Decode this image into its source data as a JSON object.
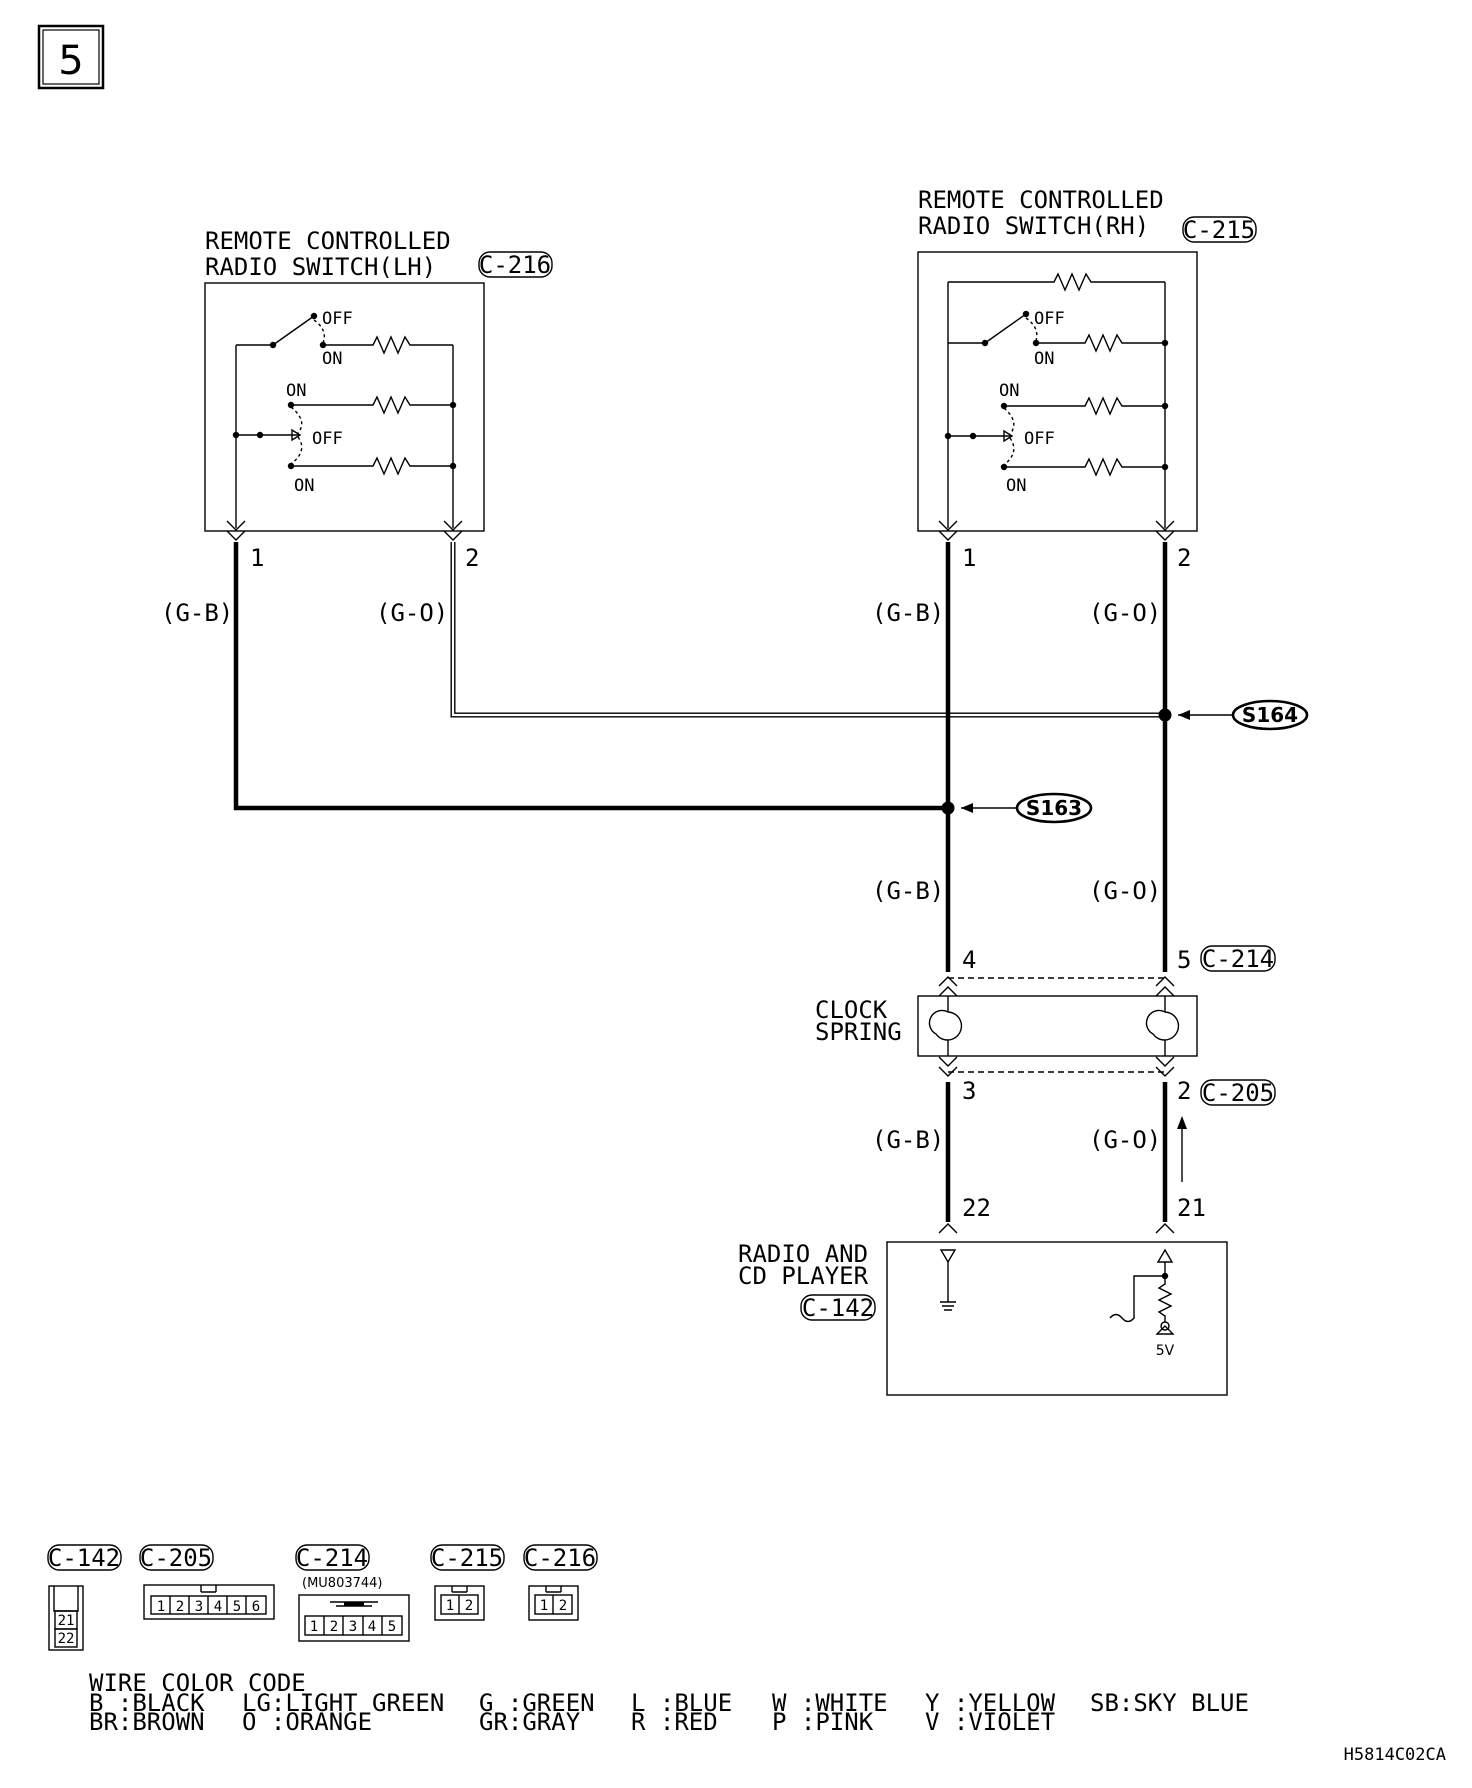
{
  "page_number": "5",
  "components": {
    "lh_switch": {
      "title_line1": "REMOTE CONTROLLED",
      "title_line2": "RADIO SWITCH(LH)",
      "connector": "C-216",
      "pin1": "1",
      "pin2": "2",
      "wire1": "(G-B)",
      "wire2": "(G-O)",
      "states": {
        "off_top": "OFF",
        "on_top": "ON",
        "on_mid": "ON",
        "off_mid": "OFF",
        "on_bottom": "ON"
      }
    },
    "rh_switch": {
      "title_line1": "REMOTE CONTROLLED",
      "title_line2": "RADIO SWITCH(RH)",
      "connector": "C-215",
      "pin1": "1",
      "pin2": "2",
      "wire1": "(G-B)",
      "wire2": "(G-O)",
      "states": {
        "off_top": "OFF",
        "on_top": "ON",
        "on_mid": "ON",
        "off_mid": "OFF",
        "on_bottom": "ON"
      }
    },
    "splices": {
      "s163": "S163",
      "s164": "S164"
    },
    "clock_spring": {
      "label_line1": "CLOCK",
      "label_line2": "SPRING",
      "pin_left_top": "4",
      "pin_right_top": "5",
      "connector_top": "C-214",
      "pin_left_bottom": "3",
      "pin_right_bottom": "2",
      "connector_bottom": "C-205",
      "wire_left_above": "(G-B)",
      "wire_right_above": "(G-O)",
      "wire_left_below": "(G-B)",
      "wire_right_below": "(G-O)"
    },
    "radio": {
      "label_line1": "RADIO AND",
      "label_line2": "CD PLAYER",
      "connector": "C-142",
      "pin_left": "22",
      "pin_right": "21",
      "voltage": "5V"
    }
  },
  "connector_views": {
    "c142": {
      "label": "C-142",
      "pins": [
        "21",
        "22"
      ]
    },
    "c205": {
      "label": "C-205",
      "pins": [
        "1",
        "2",
        "3",
        "4",
        "5",
        "6"
      ]
    },
    "c214": {
      "label": "C-214",
      "part_no": "(MU803744)",
      "pins": [
        "1",
        "2",
        "3",
        "4",
        "5"
      ]
    },
    "c215": {
      "label": "C-215",
      "pins": [
        "1",
        "2"
      ]
    },
    "c216": {
      "label": "C-216",
      "pins": [
        "1",
        "2"
      ]
    }
  },
  "wire_color_code": {
    "title": "WIRE COLOR CODE",
    "entries": [
      {
        "code": "B :BLACK"
      },
      {
        "code": "LG:LIGHT GREEN"
      },
      {
        "code": "G :GREEN"
      },
      {
        "code": "L :BLUE"
      },
      {
        "code": "W :WHITE"
      },
      {
        "code": "Y :YELLOW"
      },
      {
        "code": "SB:SKY BLUE"
      },
      {
        "code": "BR:BROWN"
      },
      {
        "code": "O :ORANGE"
      },
      {
        "code": "GR:GRAY"
      },
      {
        "code": "R :RED"
      },
      {
        "code": "P :PINK"
      },
      {
        "code": "V :VIOLET"
      }
    ]
  },
  "figure_code": "H5814C02CA"
}
